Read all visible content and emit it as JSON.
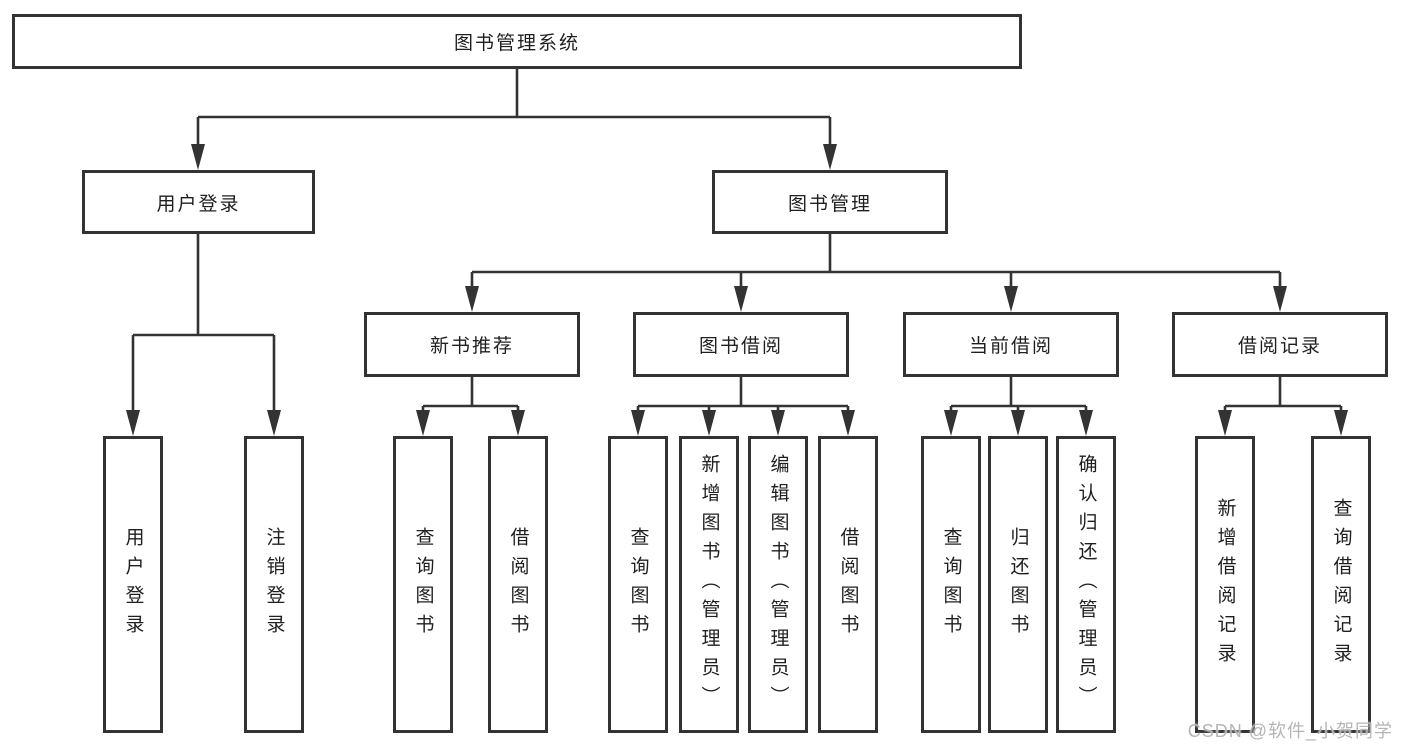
{
  "colors": {
    "background": "#ffffff",
    "line": "#333333",
    "box_border": "#333333",
    "text": "#1f1f1f",
    "watermark": "#b5b5b5"
  },
  "watermark": {
    "text": "CSDN @软件_小贺同学"
  },
  "tree": {
    "root": {
      "label": "图书管理系统"
    },
    "branches": [
      {
        "label": "用户登录",
        "children": [
          {
            "label": "用户登录"
          },
          {
            "label": "注销登录"
          }
        ]
      },
      {
        "label": "图书管理",
        "children": [
          {
            "label": "新书推荐",
            "children": [
              {
                "label": "查询图书"
              },
              {
                "label": "借阅图书"
              }
            ]
          },
          {
            "label": "图书借阅",
            "children": [
              {
                "label": "查询图书"
              },
              {
                "label": "新增图书（管理员）"
              },
              {
                "label": "编辑图书（管理员）"
              },
              {
                "label": "借阅图书"
              }
            ]
          },
          {
            "label": "当前借阅",
            "children": [
              {
                "label": "查询图书"
              },
              {
                "label": "归还图书"
              },
              {
                "label": "确认归还（管理员）"
              }
            ]
          },
          {
            "label": "借阅记录",
            "children": [
              {
                "label": "新增借阅记录"
              },
              {
                "label": "查询借阅记录"
              }
            ]
          }
        ]
      }
    ]
  }
}
